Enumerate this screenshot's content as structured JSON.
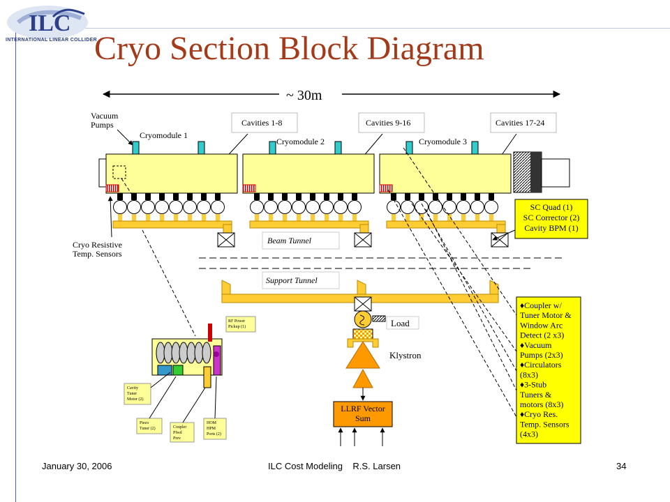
{
  "slide": {
    "title": "Cryo Section Block Diagram",
    "logo_text": "INTERNATIONAL LINEAR COLLIDER",
    "colors": {
      "title": "#a33a1a",
      "module_fill": "#ffff99",
      "box_fill": "#ffff00",
      "llrf_fill": "#ff9900"
    }
  },
  "diagram": {
    "length_label": "~ 30m",
    "vacuum_pumps": "Vacuum\nPumps",
    "cryomodules": [
      "Cryomodule 1",
      "Cryomodule 2",
      "Cryomodule 3"
    ],
    "cavity_groups": [
      "Cavities 1-8",
      "Cavities 9-16",
      "Cavities 17-24"
    ],
    "sc_box": [
      "SC Quad (1)",
      "SC Corrector (2)",
      "Cavity BPM (1)"
    ],
    "cryo_sensors": "Cryo Resistive\nTemp. Sensors",
    "beam_tunnel": "Beam Tunnel",
    "support_tunnel": "Support Tunnel",
    "load": "Load",
    "klystron": "Klystron",
    "llrf": "LLRF Vector\nSum",
    "detail_labels": {
      "rf_power": "RF Power\nPickup (1)",
      "cavity_tuner": "Cavity\nTuner\nMotor (2)",
      "piezo": "Piezo\nTuner (2)",
      "coupler": "Coupler\nPfwd\nPrev",
      "hom": "HOM\nHPM\nPorts (2)"
    },
    "support_list": [
      "♦Coupler w/",
      "Tuner Motor &",
      "Window Arc",
      "Detect (2 x3)",
      "♦Vacuum",
      "Pumps (2x3)",
      "♦Circulators",
      "(8x3)",
      "♦3-Stub",
      "Tuners &",
      "motors (8x3)",
      "♦Cryo Res.",
      "Temp. Sensors",
      "(4x3)"
    ]
  },
  "footer": {
    "date": "January 30, 2006",
    "center": "ILC Cost Modeling    R.S. Larsen",
    "page": "34"
  }
}
